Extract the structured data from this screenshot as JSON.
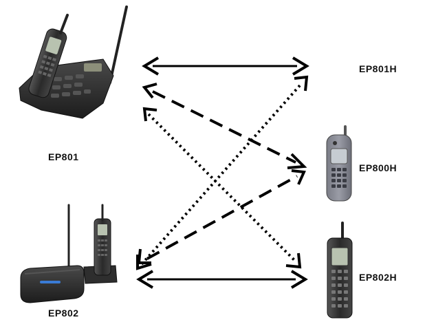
{
  "labels": {
    "ep801": "EP801",
    "ep802": "EP802",
    "ep801h": "EP801H",
    "ep800h": "EP800H",
    "ep802h": "EP802H"
  },
  "colors": {
    "arrow": "#000000",
    "device_body": "#2b2b2b",
    "device_light": "#6a6a6a",
    "screen": "#b8c2b0",
    "router_led": "#3a7bd5"
  },
  "connections": [
    {
      "from": "EP801",
      "to": "EP801H",
      "style": "solid",
      "direction": "both"
    },
    {
      "from": "EP801",
      "to": "EP800H",
      "style": "dashed",
      "direction": "both"
    },
    {
      "from": "EP801",
      "to": "EP802H",
      "style": "dotted",
      "direction": "both"
    },
    {
      "from": "EP802",
      "to": "EP801H",
      "style": "dotted",
      "direction": "both"
    },
    {
      "from": "EP802",
      "to": "EP800H",
      "style": "dashed",
      "direction": "both"
    },
    {
      "from": "EP802",
      "to": "EP802H",
      "style": "solid",
      "direction": "both"
    }
  ]
}
